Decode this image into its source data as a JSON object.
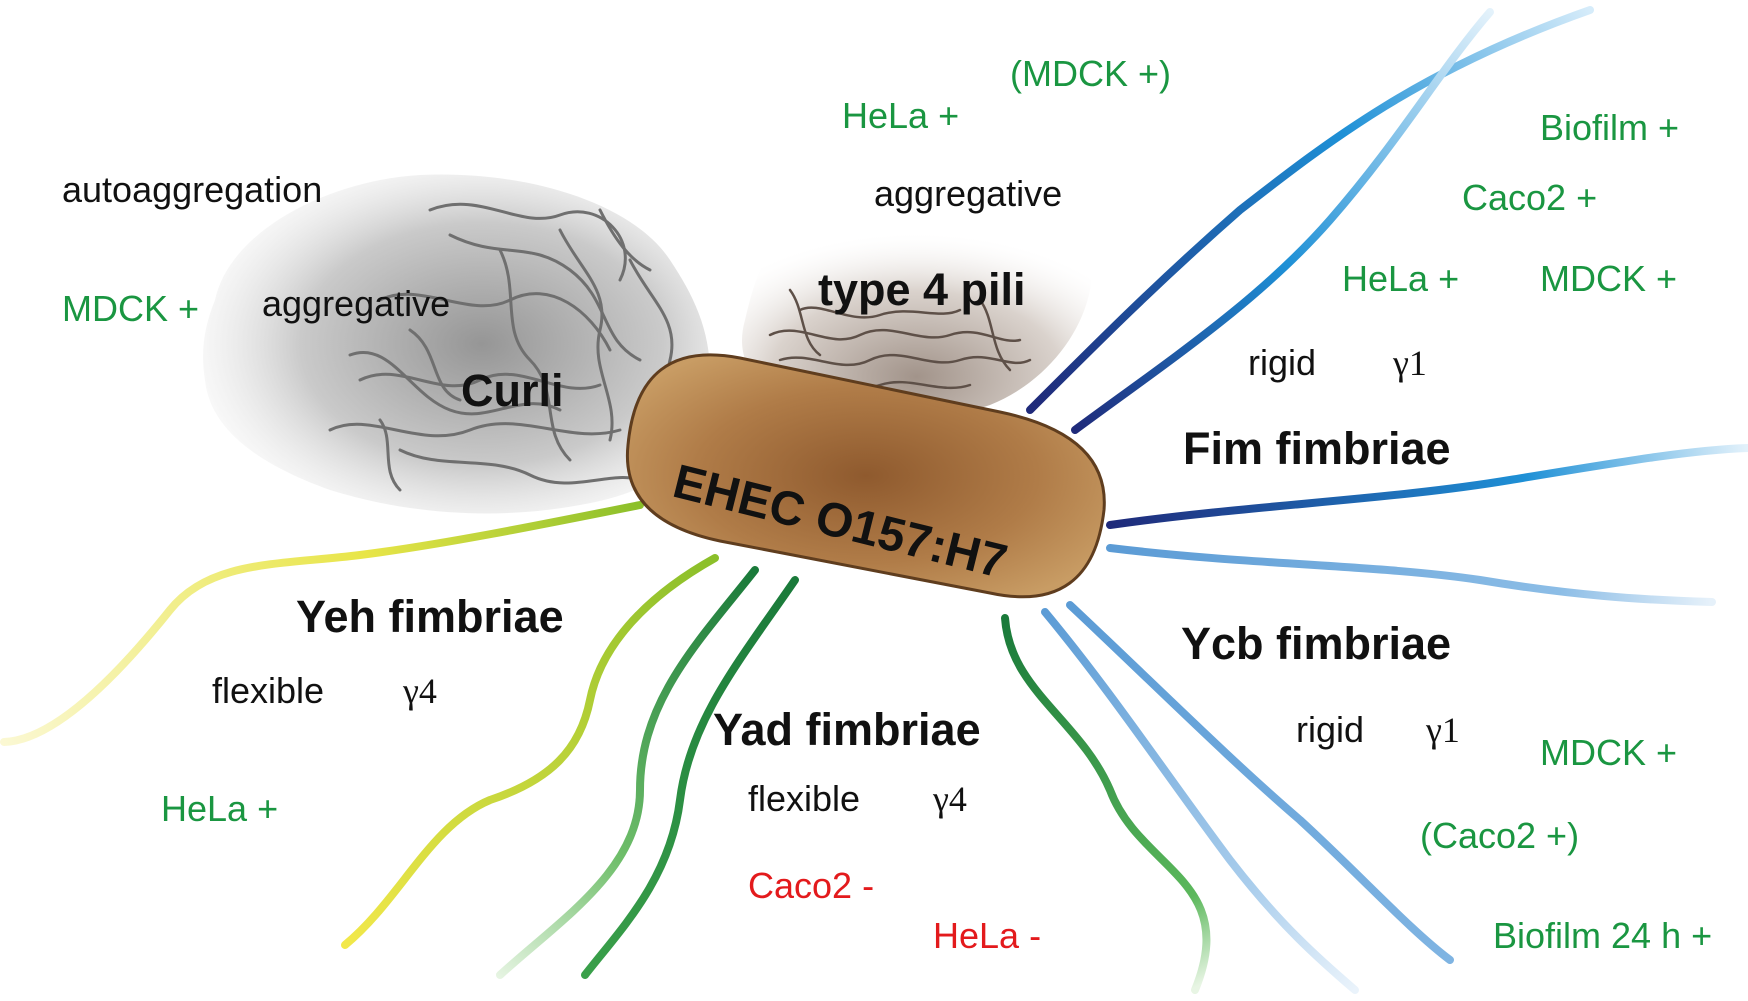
{
  "cell": {
    "label": "EHEC O157:H7",
    "fill": "#b8864f",
    "fill_dark": "#9a6535",
    "stroke": "#5f3d1e"
  },
  "structures": {
    "curli": {
      "title": "Curli",
      "labels": [
        "autoaggregation",
        "MDCK +",
        "aggregative"
      ]
    },
    "type4pili": {
      "title": "type 4 pili",
      "labels": [
        "HeLa +",
        "(MDCK +)",
        "aggregative"
      ]
    },
    "fim": {
      "title": "Fim fimbriae",
      "labels": [
        "Biofilm +",
        "Caco2 +",
        "HeLa +",
        "MDCK +",
        "rigid",
        "γ1"
      ],
      "color_dark": "#1f2a7a",
      "color_light": "#1e90d6"
    },
    "ycb": {
      "title": "Ycb fimbriae",
      "labels": [
        "rigid",
        "γ1",
        "MDCK +",
        "(Caco2 +)",
        "Biofilm 24 h +"
      ],
      "color": "#5b9bd5"
    },
    "yad": {
      "title": "Yad fimbriae",
      "labels": [
        "flexible",
        "γ4",
        "Caco2 -",
        "HeLa -"
      ],
      "color": "#1a7a3a"
    },
    "yeh": {
      "title": "Yeh fimbriae",
      "labels": [
        "flexible",
        "γ4",
        "HeLa +"
      ],
      "color_dark": "#8bbf2a",
      "color_light": "#f2e84a"
    }
  },
  "colors": {
    "positive": "#1a9641",
    "negative": "#e31a1c",
    "text": "#111111"
  }
}
